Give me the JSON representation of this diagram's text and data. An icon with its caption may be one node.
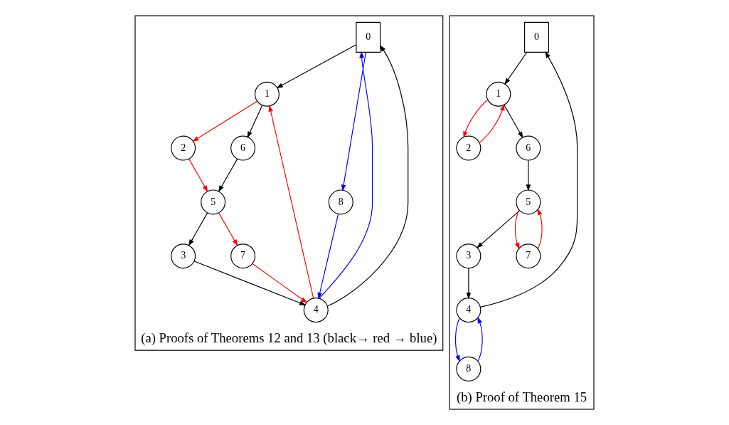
{
  "diagram": {
    "nodes": [
      {
        "text": [
          "(a) Proofs of Theorems 12 and 13 (black→ red → blue)"
        ]
      },
      {
        "text": [
          "0"
        ],
        "in": 0
      },
      {
        "text": [
          "1"
        ],
        "in": 0
      },
      {
        "text": [
          "2"
        ],
        "in": 0
      },
      {
        "text": [
          "3"
        ],
        "in": 0
      },
      {
        "text": [
          "4"
        ],
        "in": 0
      },
      {
        "text": [
          "5"
        ],
        "in": 0
      },
      {
        "text": [
          "6"
        ],
        "in": 0
      },
      {
        "text": [
          "7"
        ],
        "in": 0
      },
      {
        "text": [
          "8"
        ],
        "in": 0
      },
      {
        "text": [
          "(b) Proof of Theorem 15"
        ]
      },
      {
        "text": [
          "0"
        ],
        "in": 10
      },
      {
        "text": [
          "1"
        ],
        "in": 10
      },
      {
        "text": [
          "2"
        ],
        "in": 10
      },
      {
        "text": [
          "3"
        ],
        "in": 10
      },
      {
        "text": [
          "4"
        ],
        "in": 10
      },
      {
        "text": [
          "5"
        ],
        "in": 10
      },
      {
        "text": [
          "6"
        ],
        "in": 10
      },
      {
        "text": [
          "7"
        ],
        "in": 10
      },
      {
        "text": [
          "8"
        ],
        "in": 10
      }
    ],
    "edges": [
      {
        "from": 2,
        "to": 3,
        "arrow": "to",
        "color": "#ff0000"
      },
      {
        "from": 2,
        "to": 7,
        "arrow": "to"
      },
      {
        "from": 7,
        "to": 6,
        "arrow": "to"
      },
      {
        "from": 3,
        "to": 6,
        "arrow": "to",
        "color": "#ff0000"
      },
      {
        "from": 1,
        "to": 2,
        "arrow": "to"
      },
      {
        "from": 5,
        "to": 2,
        "arrow": "to",
        "color": "#ff0000"
      },
      {
        "from": 1,
        "to": 9,
        "arrow": "to",
        "color": "#0000ff"
      },
      {
        "from": 5,
        "to": 1,
        "arrow": "to",
        "color": "#0000ff"
      },
      {
        "from": 5,
        "to": 1,
        "arrow": "to"
      },
      {
        "from": 6,
        "to": 8,
        "arrow": "to",
        "color": "#ff0000"
      },
      {
        "from": 6,
        "to": 4,
        "arrow": "to"
      },
      {
        "from": 8,
        "to": 5,
        "arrow": "to",
        "color": "#ff0000"
      },
      {
        "from": 9,
        "to": 5,
        "arrow": "to",
        "color": "#0000ff"
      },
      {
        "from": 4,
        "to": 5,
        "arrow": "to"
      },
      {
        "from": 12,
        "to": 13,
        "arrow": "to",
        "color": "#ff0000"
      },
      {
        "from": 13,
        "to": 12,
        "arrow": "to",
        "color": "#ff0000"
      },
      {
        "from": 12,
        "to": 17,
        "arrow": "to"
      },
      {
        "from": 17,
        "to": 16,
        "arrow": "to"
      },
      {
        "from": 11,
        "to": 12,
        "arrow": "to"
      },
      {
        "from": 16,
        "to": 18,
        "arrow": "to",
        "color": "#ff0000"
      },
      {
        "from": 18,
        "to": 16,
        "arrow": "to",
        "color": "#ff0000"
      },
      {
        "from": 16,
        "to": 14,
        "arrow": "to"
      },
      {
        "from": 15,
        "to": 11,
        "arrow": "to"
      },
      {
        "from": 19,
        "to": 15,
        "arrow": "to",
        "color": "#0000ff"
      },
      {
        "from": 15,
        "to": 19,
        "arrow": "to",
        "color": "#0000ff"
      },
      {
        "from": 14,
        "to": 15,
        "arrow": "to"
      }
    ]
  }
}
